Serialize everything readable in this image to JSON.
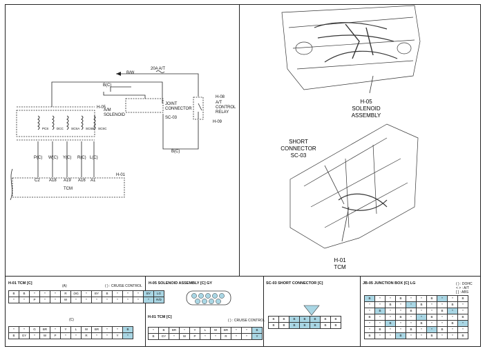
{
  "schematic": {
    "tcm_label": "TCM",
    "solenoid_label": [
      "A/M",
      "SOLENOID"
    ],
    "joint_connector_label": [
      "JOINT",
      "CONNECTOR"
    ],
    "relay_label": [
      "A/T",
      "CONTROL",
      "RELAY"
    ],
    "relay_connector": "H-08",
    "relay_connector_bottom": "H-09",
    "joint_code": "SC-03",
    "solenoid_conn": "H-05",
    "tcm_conn": "H-01",
    "fuse_label": "20A A/T",
    "wire_top": "B/W",
    "wire_left": "B(C)",
    "wire_bottom": "B(C)",
    "solenoid_names": [
      "PCS",
      "DCC",
      "SCSA",
      "SCSB",
      "SCSC"
    ],
    "wire_colors": [
      "P(C)",
      "W(C)",
      "Y(C)",
      "R(C)",
      "L(C)"
    ],
    "tcm_pins": [
      "C2",
      "A18",
      "A19",
      "A16",
      "A1"
    ]
  },
  "photo_top": {
    "connector_code": "H-05",
    "caption_lines": [
      "SOLENOID",
      "ASSEMBLY"
    ]
  },
  "photo_bottom": {
    "top_lines": [
      "SHORT",
      "CONNECTOR"
    ],
    "top_code": "SC-03",
    "bottom_code": "H-01",
    "bottom_name": "TCM"
  },
  "panels": {
    "tcm": {
      "title": "H-01 TCM [C]",
      "group_a": "(A)",
      "group_c": "(C)",
      "note": "( ) : CRUISE CONTROL",
      "row_a1": [
        "B",
        "B",
        "*",
        "*",
        "*",
        "R",
        "(W)",
        "*",
        "BY",
        "B",
        "*",
        "*",
        "*",
        "BY",
        "LG"
      ],
      "row_a2": [
        "*",
        "*",
        "P",
        "*",
        "*",
        "W",
        "*",
        "*",
        "*",
        "*",
        "*",
        "*",
        "*",
        "*",
        "R/D"
      ],
      "row_c1": [
        "*",
        "*",
        "G",
        "BR",
        "*",
        "Y",
        "L",
        "W",
        "BR",
        "*",
        "*",
        "B"
      ],
      "row_c2": [
        "B",
        "GY",
        "*",
        "W",
        "P",
        "*",
        "*",
        "R",
        "*",
        "*",
        "Y",
        "*"
      ]
    },
    "solenoid": {
      "title": "H-05 SOLENOID ASSEMBLY [C] GY",
      "tcm2_title": "H-01 TCM [C]",
      "note": "( ) : CRUISE CONTROL",
      "row1": [
        "*",
        "B",
        "BR",
        "*",
        "Y",
        "L",
        "W",
        "BR",
        "*",
        "*",
        "B"
      ],
      "row2": [
        "B",
        "GY",
        "*",
        "W",
        "P",
        "*",
        "*",
        "R",
        "*",
        "*",
        "Y"
      ]
    },
    "short": {
      "title": "SC-03 SHORT CONNECTOR [C]",
      "row1": [
        "B",
        "B",
        "B",
        "B",
        "B",
        "B",
        "B"
      ],
      "row2": [
        "B",
        "B",
        "B",
        "B",
        "B",
        "B",
        "B"
      ]
    },
    "junction": {
      "title": "JB-05 JUNCTION BOX [C] LG",
      "note": [
        "( ) : DOHC",
        "< > : A/T",
        "[ ] : ABS"
      ],
      "marks": [
        "*",
        "B"
      ]
    }
  }
}
